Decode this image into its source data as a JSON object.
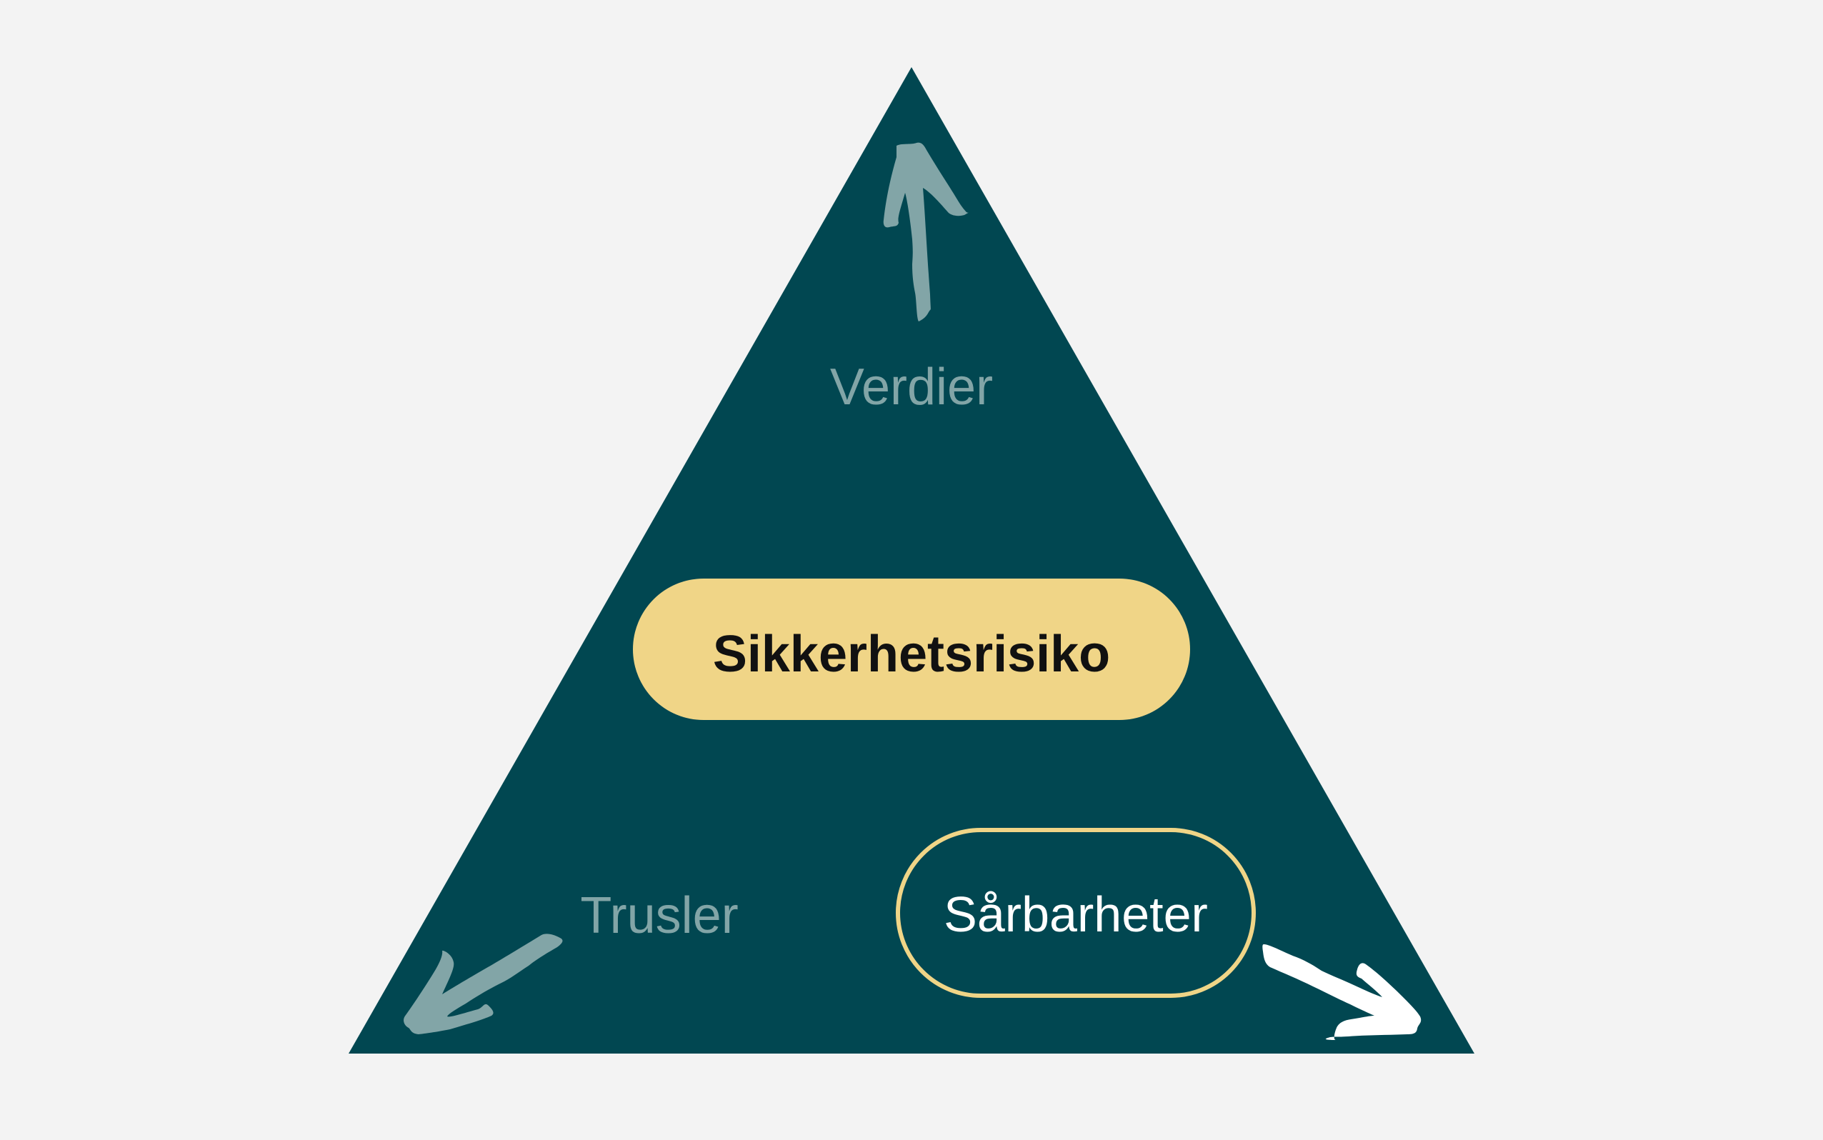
{
  "diagram": {
    "center_label": "Sikkerhetsrisiko",
    "top_label": "Verdier",
    "bottom_left_label": "Trusler",
    "bottom_right_label": "Sårbarheter",
    "icons": {
      "top": "arrow-up-icon",
      "bottom_left": "arrow-down-left-icon",
      "bottom_right": "arrow-down-right-icon"
    }
  },
  "colors": {
    "background": "#f3f3f3",
    "triangle": "#014751",
    "accent": "#f0d587",
    "muted": "#82a5a7",
    "text_dark": "#111111",
    "text_light": "#ffffff"
  }
}
